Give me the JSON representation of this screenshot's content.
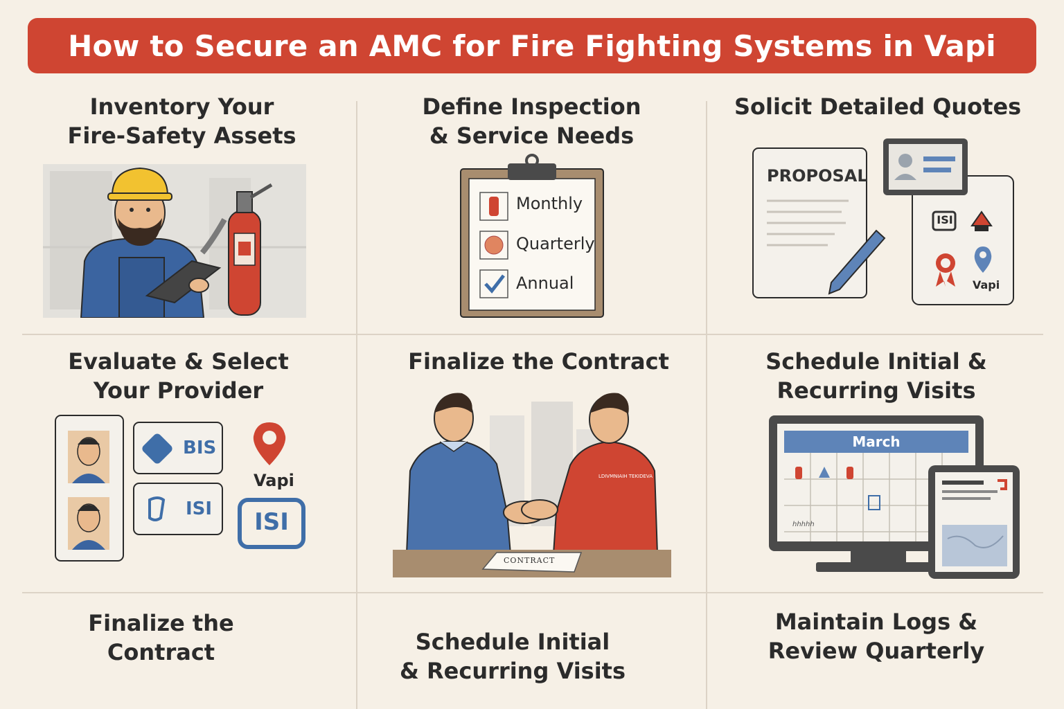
{
  "title": "How to Secure an AMC for Fire Fighting Systems in Vapi",
  "cells": [
    {
      "line1": "Inventory Your",
      "line2": "Fire-Safety Assets"
    },
    {
      "line1": "Define Inspection",
      "line2": "& Service Needs"
    },
    {
      "line1": "Solicit Detailed Quotes",
      "line2": ""
    },
    {
      "line1": "Evaluate & Select",
      "line2": "Your Provider"
    },
    {
      "line1": "Finalize the Contract",
      "line2": ""
    },
    {
      "line1": "Schedule Initial &",
      "line2": "Recurring Visits"
    },
    {
      "line1": "Finalize the",
      "line2": "Contract"
    },
    {
      "line1": "Schedule Initial",
      "line2": "& Recurring Visits"
    },
    {
      "line1": "Maintain Logs &",
      "line2": "Review Quarterly"
    }
  ],
  "checklist": {
    "items": [
      "Monthly",
      "Quarterly",
      "Annual"
    ]
  },
  "quotes": {
    "proposal_label": "PROPOSAL",
    "cert_label": "ISI",
    "location_label": "Vapi"
  },
  "provider": {
    "badge1": "BIS",
    "badge2": "ISI",
    "location_label": "Vapi",
    "logo_label": "ISI"
  },
  "contract": {
    "paper_label": "CONTRACT",
    "shirt_text": "LDIVMNIAIH TEKIDEVA"
  },
  "schedule": {
    "month_label": "March",
    "note_label": "hhhhh"
  },
  "colors": {
    "accent": "#cf4532",
    "background": "#f6f0e6",
    "blue": "#3f6ea8",
    "text": "#2b2b2b"
  },
  "icons": [
    "worker-icon",
    "tablet-icon",
    "extinguisher-icon",
    "clipboard-icon",
    "checkmark-icon",
    "proposal-doc-icon",
    "pen-icon",
    "id-card-icon",
    "ribbon-award-icon",
    "location-pin-icon",
    "bis-badge-icon",
    "isi-badge-icon",
    "handshake-icon",
    "calendar-monitor-icon",
    "tablet-report-icon"
  ]
}
